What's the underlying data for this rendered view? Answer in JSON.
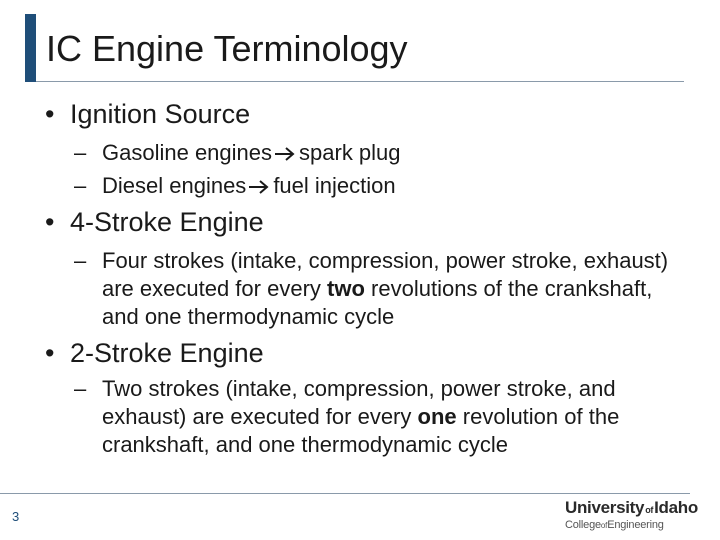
{
  "slide": {
    "title": "IC Engine Terminology",
    "page_number": "3",
    "accent_color": "#1f4e79"
  },
  "bullets": [
    {
      "text": "Ignition Source",
      "subitems": [
        {
          "before": "Gasoline engines",
          "arrow_icon": "right-arrow-icon",
          "after": "spark plug"
        },
        {
          "before": "Diesel engines",
          "arrow_icon": "right-arrow-icon",
          "after": "fuel injection"
        }
      ]
    },
    {
      "text": "4-Stroke Engine",
      "subitems": [
        {
          "before": "Four strokes (intake, compression, power stroke, exhaust) are executed for every",
          "emphasis": "two",
          "after": "revolutions of the crankshaft, and one thermodynamic cycle"
        }
      ]
    },
    {
      "text": "2-Stroke Engine",
      "subitems": [
        {
          "before": "Two strokes (intake, compression, power stroke, and exhaust) are executed for every",
          "emphasis": "one",
          "after": "revolution of the crankshaft, and one thermodynamic cycle"
        }
      ]
    }
  ],
  "markers": {
    "bullet": "•",
    "dash": "–"
  },
  "logo": {
    "name_part1": "University",
    "name_of": "of",
    "name_part2": "Idaho",
    "sub_part1": "College",
    "sub_of": "of",
    "sub_part2": "Engineering"
  }
}
